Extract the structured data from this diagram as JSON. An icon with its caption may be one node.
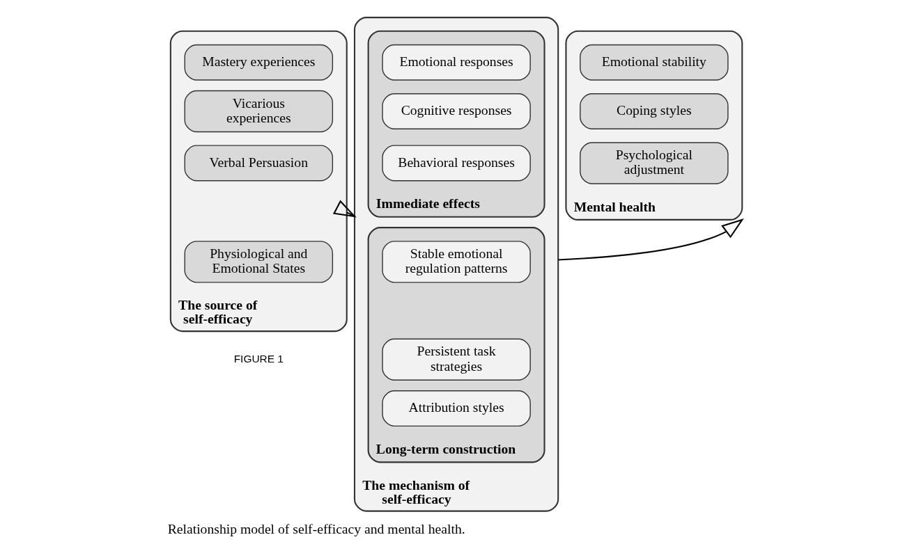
{
  "diagram": {
    "caption": "Relationship model of self-efficacy and mental health.",
    "nodes": [
      {
        "text": [
          "The source of self-efficacy"
        ]
      },
      {
        "text": [
          "Mastery experiences"
        ],
        "in": 0
      },
      {
        "text": [
          "Vicarious experiences"
        ],
        "in": 0
      },
      {
        "text": [
          "Verbal Persuasion"
        ],
        "in": 0
      },
      {
        "text": [
          "Physiological and Emotional States"
        ],
        "in": 0
      },
      {
        "text": [
          "The mechanism of self-efficacy"
        ]
      },
      {
        "text": [
          "Immediate effects"
        ],
        "in": 5
      },
      {
        "text": [
          "Emotional responses"
        ],
        "in": 6
      },
      {
        "text": [
          "Cognitive responses"
        ],
        "in": 6
      },
      {
        "text": [
          "Behavioral responses"
        ],
        "in": 6
      },
      {
        "text": [
          "Long-term construction"
        ],
        "in": 5
      },
      {
        "text": [
          "Stable emotional regulation patterns"
        ],
        "in": 10
      },
      {
        "text": [
          "Persistent task strategies"
        ],
        "in": 10
      },
      {
        "text": [
          "Attribution styles"
        ],
        "in": 10
      },
      {
        "text": [
          "Mental health"
        ]
      },
      {
        "text": [
          "Emotional stability"
        ],
        "in": 14
      },
      {
        "text": [
          "Coping styles"
        ],
        "in": 14
      },
      {
        "text": [
          "Psychological adjustment"
        ],
        "in": 14
      }
    ],
    "edges": [
      {
        "from": 0,
        "to": 5,
        "arrow": "to"
      },
      {
        "from": 5,
        "to": 14,
        "arrow": "to"
      }
    ],
    "labels": [
      "FIGURE 1"
    ]
  }
}
